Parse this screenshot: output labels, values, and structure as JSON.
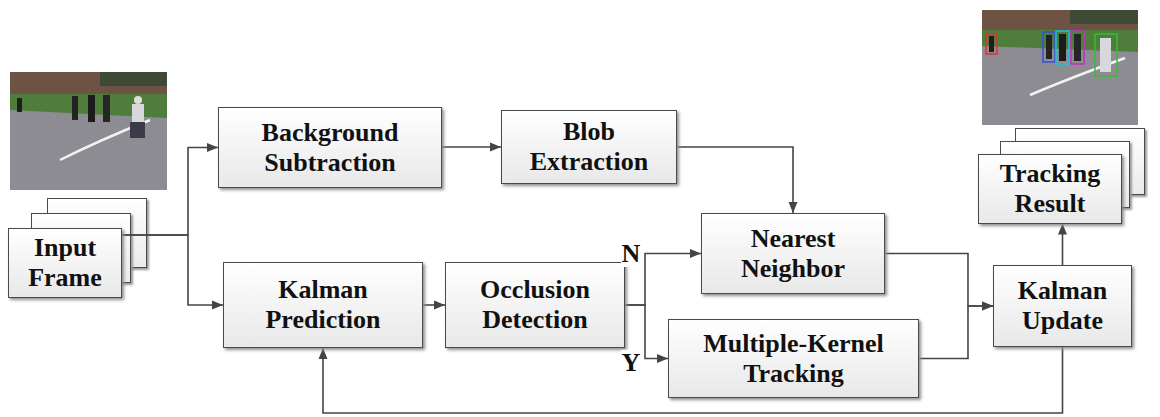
{
  "diagram": {
    "nodes": [
      {
        "text": [
          "Input Frame"
        ]
      },
      {
        "text": [
          "Background Subtraction"
        ]
      },
      {
        "text": [
          "Blob Extraction"
        ]
      },
      {
        "text": [
          "Kalman Prediction"
        ]
      },
      {
        "text": [
          "Occlusion Detection"
        ]
      },
      {
        "text": [
          "Nearest Neighbor"
        ]
      },
      {
        "text": [
          "Multiple-Kernel Tracking"
        ]
      },
      {
        "text": [
          "Kalman Update"
        ]
      },
      {
        "text": [
          "Tracking Result"
        ]
      }
    ],
    "edges": [
      {
        "from": 0,
        "to": 1,
        "arrow": "to"
      },
      {
        "from": 0,
        "to": 3,
        "arrow": "to"
      },
      {
        "from": 1,
        "to": 2,
        "arrow": "to"
      },
      {
        "from": 2,
        "to": 5,
        "arrow": "to"
      },
      {
        "from": 3,
        "to": 4,
        "arrow": "to"
      },
      {
        "from": 4,
        "to": 5,
        "label": "N",
        "arrow": "to"
      },
      {
        "from": 4,
        "to": 6,
        "label": "Y",
        "arrow": "to"
      },
      {
        "from": 5,
        "to": 7,
        "arrow": "to"
      },
      {
        "from": 6,
        "to": 7,
        "arrow": "to"
      },
      {
        "from": 7,
        "to": 8,
        "arrow": "to"
      },
      {
        "from": 7,
        "to": 3,
        "arrow": "to"
      }
    ]
  }
}
